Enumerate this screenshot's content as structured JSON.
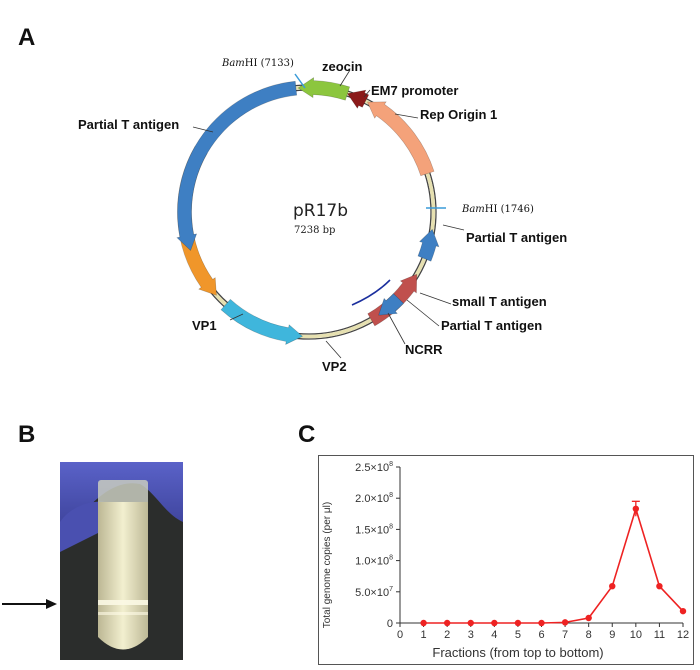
{
  "panels": {
    "a": "A",
    "b": "B",
    "c": "C"
  },
  "plasmid": {
    "name": "pR17b",
    "size": "7238 bp",
    "site_name": "Bam",
    "site_suffix1": "HI (7133)",
    "site_suffix2": "HI (1746)",
    "labels": {
      "zeocin": "zeocin",
      "em7": "EM7 promoter",
      "rep_origin": "Rep Origin 1",
      "partial_t_top": "Partial T antigen",
      "partial_t_right": "Partial T antigen",
      "small_t": "small T antigen",
      "partial_t_bottom": "Partial T antigen",
      "ncrr": "NCRR",
      "vp1": "VP1",
      "vp2": "VP2"
    },
    "colors": {
      "partial_t": "#3e7fc3",
      "zeocin": "#8cc63e",
      "em7": "#8b1a1a",
      "rep_origin": "#f4a27a",
      "small_t": "#c0504d",
      "vp1": "#f0962a",
      "vp2": "#3fb6dc"
    }
  },
  "chart_data": {
    "type": "line",
    "x": [
      1,
      2,
      3,
      4,
      5,
      6,
      7,
      8,
      9,
      10,
      11,
      12
    ],
    "y": [
      0,
      0,
      0,
      0,
      0,
      0,
      1000000,
      8000000,
      59000000,
      183000000,
      59000000,
      19000000
    ],
    "error_at_peak": 12000000,
    "xlabel": "Fractions (from top to bottom)",
    "ylabel": "Total genome copies (per μl)",
    "xlim": [
      0,
      12
    ],
    "ylim": [
      0,
      250000000
    ],
    "xticks": [
      "0",
      "1",
      "2",
      "3",
      "4",
      "5",
      "6",
      "7",
      "8",
      "9",
      "10",
      "11",
      "12"
    ],
    "yticks": [
      {
        "mant": "0",
        "exp": ""
      },
      {
        "mant": "5.0×10",
        "exp": "7"
      },
      {
        "mant": "1.0×10",
        "exp": "8"
      },
      {
        "mant": "1.5×10",
        "exp": "8"
      },
      {
        "mant": "2.0×10",
        "exp": "8"
      },
      {
        "mant": "2.5×10",
        "exp": "8"
      }
    ],
    "line_color": "#ee2222",
    "grid": false
  }
}
